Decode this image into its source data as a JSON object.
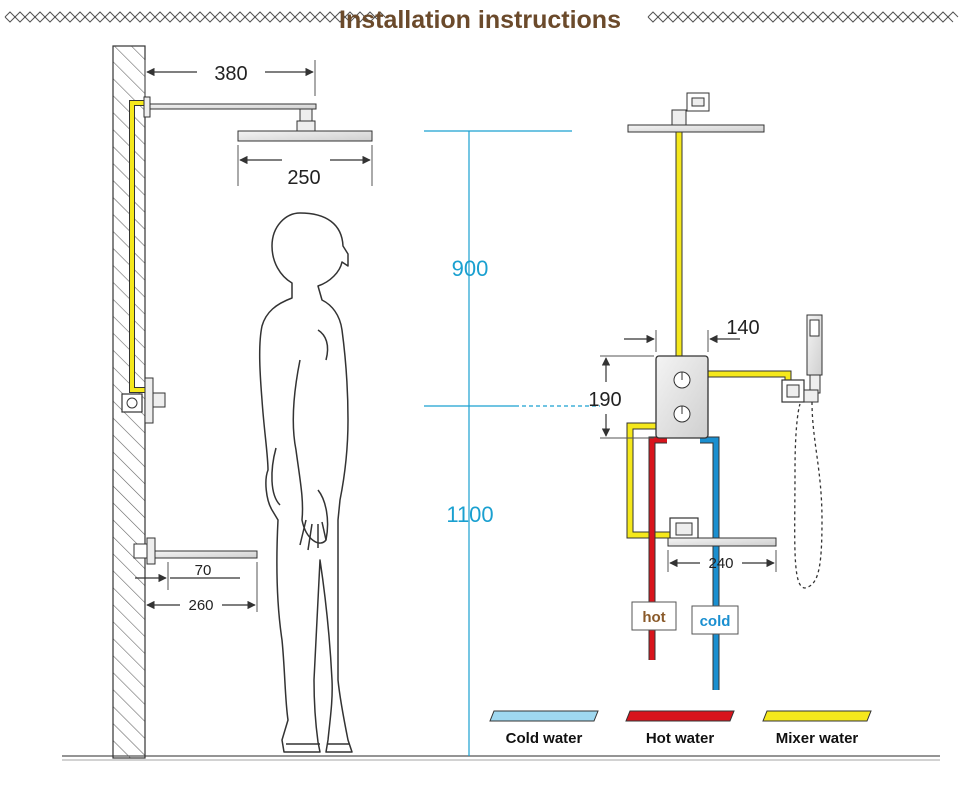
{
  "title": "Installation instructions",
  "dimensions": {
    "arm_length": "380",
    "head_width": "250",
    "spout_small": "70",
    "spout_length": "260",
    "height_upper": "900",
    "height_lower": "1100",
    "panel_width": "140",
    "panel_height": "190",
    "spout_width": "240"
  },
  "tags": {
    "hot": "hot",
    "cold": "cold"
  },
  "legend": [
    {
      "label": "Cold water",
      "color": "#9fd8f0"
    },
    {
      "label": "Hot water",
      "color": "#d8141c"
    },
    {
      "label": "Mixer water",
      "color": "#f5e81c"
    }
  ],
  "colors": {
    "cold": "#1a8fd0",
    "hot": "#d8141c",
    "mixer": "#f5e81c",
    "accent_blue": "#1aa0d0",
    "title": "#6b4a2b"
  }
}
